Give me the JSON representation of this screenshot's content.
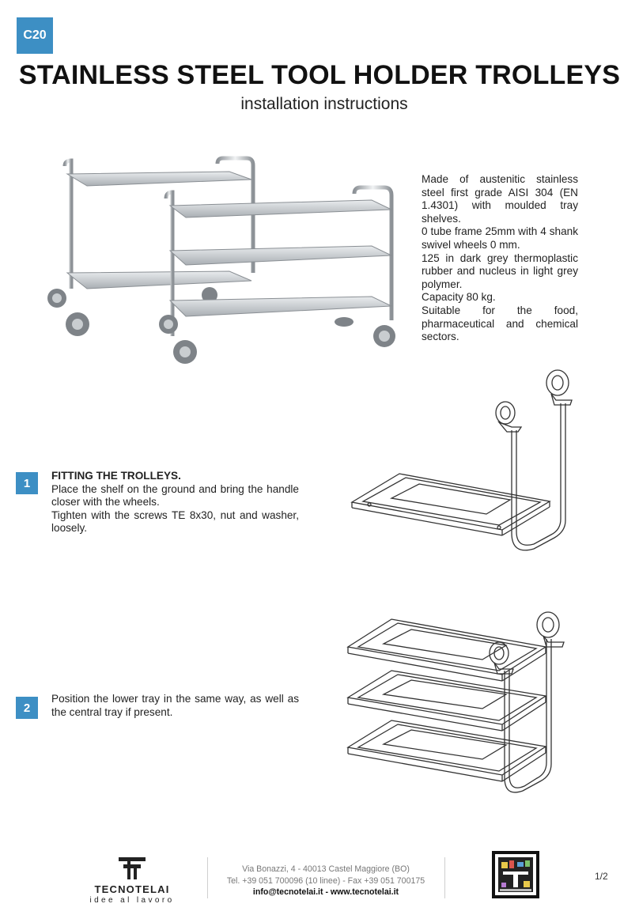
{
  "header": {
    "code": "C20",
    "title": "STAINLESS STEEL TOOL HOLDER TROLLEYS",
    "subtitle": "installation instructions"
  },
  "description": {
    "lines": [
      "Made of austenitic stainless steel first grade AISI 304 (EN 1.4301) with moulded tray shelves.",
      "0 tube frame 25mm with 4 shank swivel wheels 0 mm.",
      "125 in dark grey thermoplastic rubber and nucleus in light grey polymer.",
      "Capacity 80 kg.",
      "Suitable for the food, pharmaceutical and chemical sectors."
    ]
  },
  "steps": [
    {
      "number": "1",
      "title": "FITTING THE TROLLEYS.",
      "lines": [
        "Place the shelf on the ground and bring the handle closer with the wheels.",
        "Tighten with the screws TE 8x30, nut and washer, loosely."
      ]
    },
    {
      "number": "2",
      "title": "",
      "lines": [
        "Position the lower tray in the same way, as well as the central tray if present."
      ]
    }
  ],
  "footer": {
    "brand": "TECNOTELAI",
    "tagline": "idee al lavoro",
    "address": "Via Bonazzi, 4 - 40013 Castel Maggiore (BO)",
    "phone": "Tel. +39 051 700096 (10 linee) - Fax +39 051 700175",
    "web": "info@tecnotelai.it - www.tecnotelai.it",
    "page": "1/2"
  },
  "colors": {
    "accent": "#3d8fc4",
    "text": "#1a1a1a",
    "steel": "#b9bec3"
  }
}
